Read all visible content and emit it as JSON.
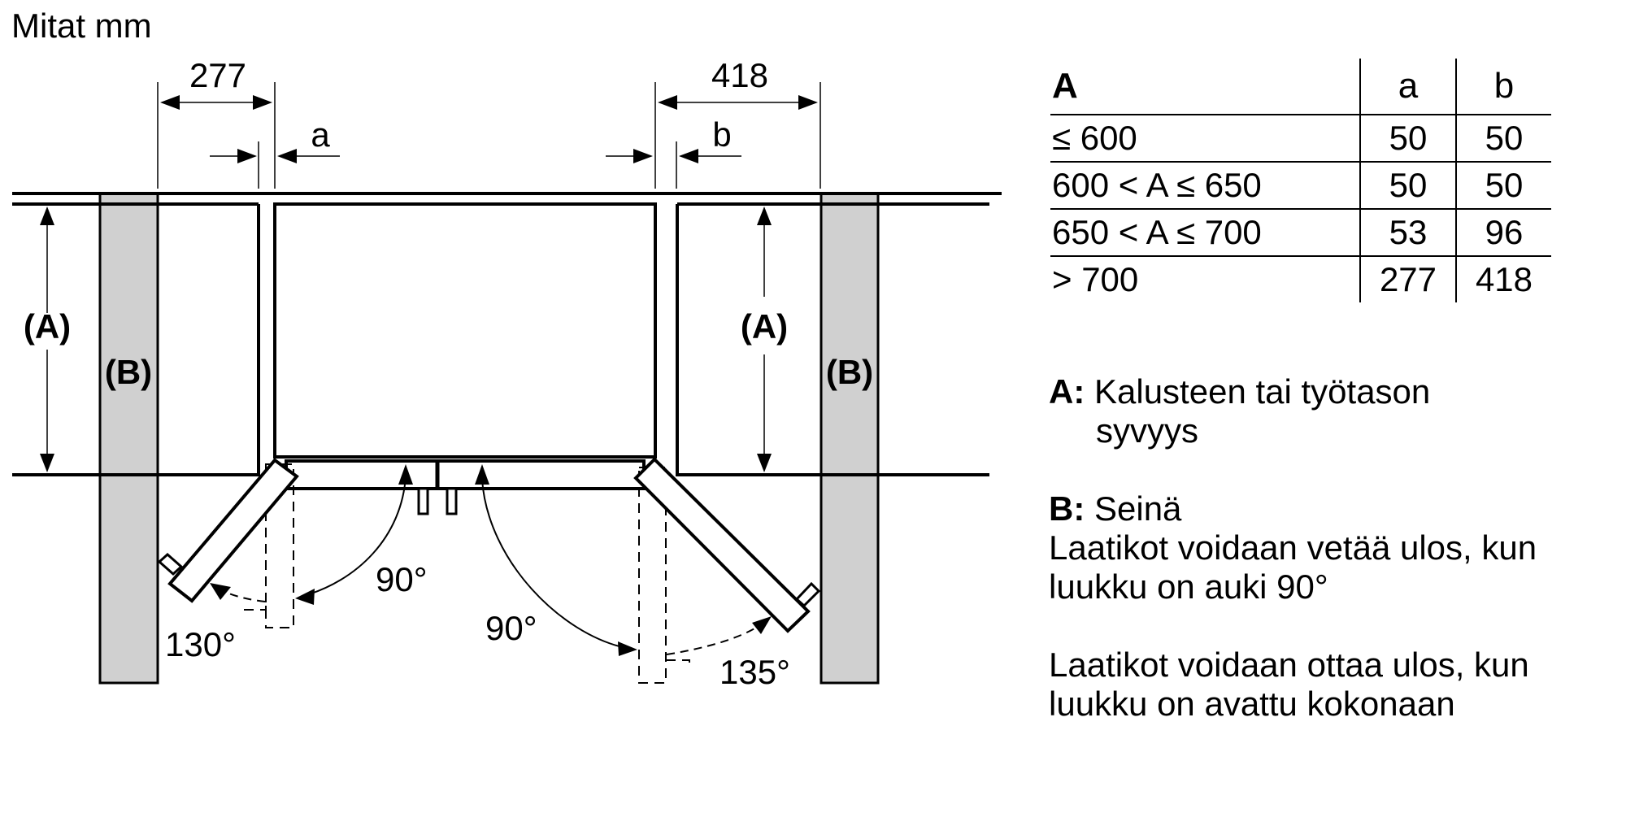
{
  "title": "Mitat mm",
  "diagram": {
    "dim_left": "277",
    "dim_right": "418",
    "gap_left_label": "a",
    "gap_right_label": "b",
    "label_depth": "(A)",
    "label_wall": "(B)",
    "angle_left_open": "90°",
    "angle_left_full": "130°",
    "angle_right_open": "90°",
    "angle_right_full": "135°",
    "wall_color": "#d0d0d0"
  },
  "table": {
    "headers": [
      "A",
      "a",
      "b"
    ],
    "rows": [
      [
        "≤ 600",
        "50",
        "50"
      ],
      [
        "600 < A ≤ 650",
        "50",
        "50"
      ],
      [
        "650 < A ≤ 700",
        "53",
        "96"
      ],
      [
        "> 700",
        "277",
        "418"
      ]
    ]
  },
  "legend": {
    "a_key": "A:",
    "a_text_1": "Kalusteen tai työtason",
    "a_text_2": "syvyys",
    "b_key": "B:",
    "b_text": "Seinä",
    "note1_line1": "Laatikot voidaan vetää ulos, kun",
    "note1_line2": "luukku on auki 90°",
    "note2_line1": "Laatikot voidaan ottaa ulos, kun",
    "note2_line2": "luukku on avattu kokonaan"
  }
}
